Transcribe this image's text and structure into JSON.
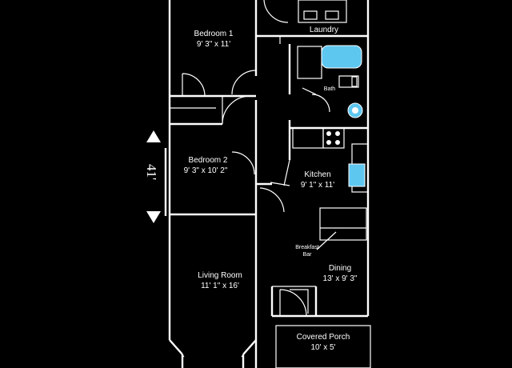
{
  "rooms": {
    "bedroom1": {
      "name": "Bedroom 1",
      "size": "9' 3\" x 11'"
    },
    "laundry": {
      "name": "Laundry"
    },
    "bath": {
      "name": "Bath"
    },
    "bedroom2": {
      "name": "Bedroom 2",
      "size": "9' 3\" x 10' 2\""
    },
    "kitchen": {
      "name": "Kitchen",
      "size": "9' 1\" x 11'"
    },
    "living": {
      "name": "Living Room",
      "size": "11' 1\" x 16'"
    },
    "dining": {
      "name": "Dining",
      "size": "13' x 9' 3\""
    },
    "porch": {
      "name": "Covered Porch",
      "size": "10' x 5'"
    }
  },
  "breakfast_bar": {
    "line1": "Breakfast",
    "line2": "Bar"
  },
  "overall_dimension": "41'",
  "colors": {
    "background": "#000000",
    "lines": "#ffffff",
    "fixture": "#5ec7f0"
  }
}
